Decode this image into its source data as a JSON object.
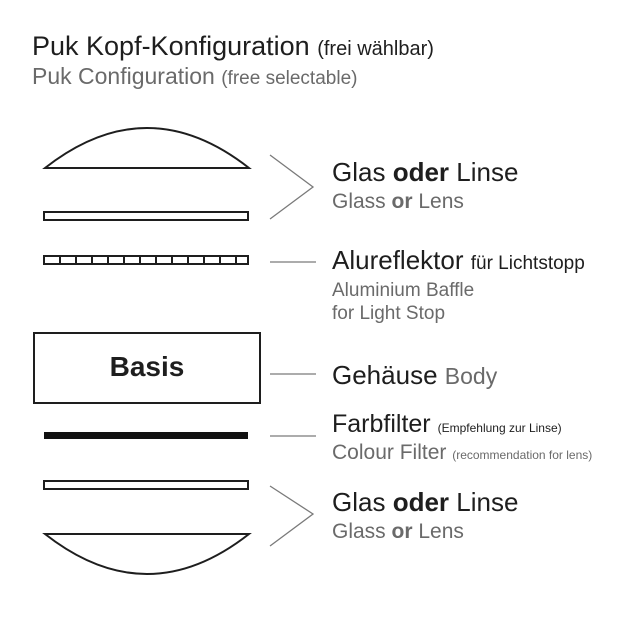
{
  "title": {
    "de_main": "Puk Kopf-Konfiguration",
    "de_note": "(frei wählbar)",
    "en_main": "Puk Configuration",
    "en_note": "(free selectable)"
  },
  "base_label": "Basis",
  "items": {
    "glass_top": {
      "de_a": "Glas",
      "de_b": "oder",
      "de_c": "Linse",
      "en_a": "Glass",
      "en_b": "or",
      "en_c": "Lens"
    },
    "baffle": {
      "de_main": "Alureflektor",
      "de_note": "für Lichtstopp",
      "en_line1": "Aluminium Baffle",
      "en_line2": "for Light Stop"
    },
    "body": {
      "de": "Gehäuse",
      "en": "Body"
    },
    "filter": {
      "de_main": "Farbfilter",
      "de_note": "(Empfehlung zur Linse)",
      "en_main": "Colour Filter",
      "en_note": "(recommendation for lens)"
    },
    "glass_bottom": {
      "de_a": "Glas",
      "de_b": "oder",
      "de_c": "Linse",
      "en_a": "Glass",
      "en_b": "or",
      "en_c": "Lens"
    }
  }
}
